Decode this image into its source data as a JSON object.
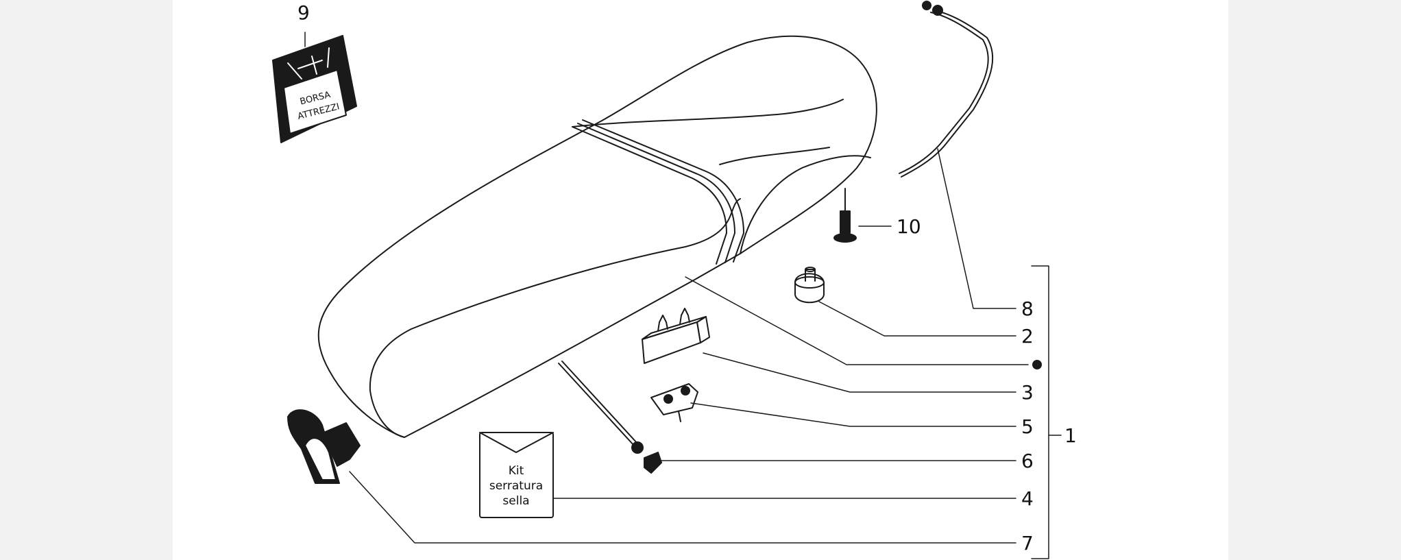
{
  "callouts": {
    "c1": "1",
    "c2": "2",
    "c3": "3",
    "c4": "4",
    "c5": "5",
    "c6": "6",
    "c7": "7",
    "c8": "8",
    "c9": "9",
    "c10": "10"
  },
  "tool_bag": {
    "line1": "BORSA",
    "line2": "ATTREZZI"
  },
  "lock_kit": {
    "line1": "Kit",
    "line2": "serratura",
    "line3": "sella"
  }
}
